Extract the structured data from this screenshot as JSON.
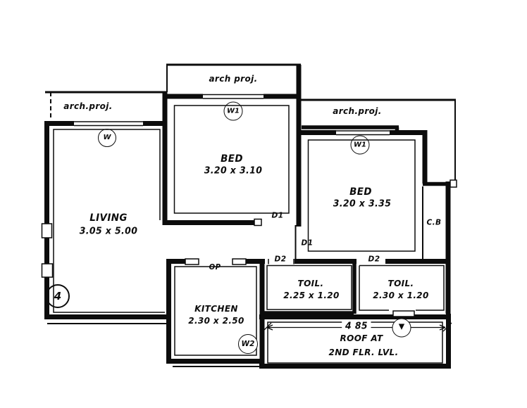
{
  "plan": {
    "projections": {
      "top": "arch proj.",
      "left": "arch.proj.",
      "right": "arch.proj."
    },
    "rooms": {
      "living": {
        "name": "LIVING",
        "size": "3.05 x 5.00"
      },
      "bed1": {
        "name": "BED",
        "size": "3.20 x 3.10"
      },
      "bed2": {
        "name": "BED",
        "size": "3.20 x 3.35"
      },
      "kitchen": {
        "name": "KITCHEN",
        "size": "2.30 x 2.50"
      },
      "toilet1": {
        "name": "TOIL.",
        "size": "2.25 x 1.20"
      },
      "toilet2": {
        "name": "TOIL.",
        "size": "2.30 x 1.20"
      }
    },
    "markers": {
      "window_living": "W",
      "window_bed1": "W1",
      "window_bed2": "W1",
      "window_kitchen": "W2",
      "door_bed1": "D1",
      "door_bed2": "D1",
      "door_toilet1": "D2",
      "door_toilet2": "D2",
      "kitchen_opening": "OP",
      "cupboard": "C.B",
      "unit_number": "4",
      "vent_glyph": "▼"
    },
    "dimension": "4 85",
    "roof_note": {
      "line1": "ROOF AT",
      "line2": "2ND FLR. LVL."
    }
  }
}
